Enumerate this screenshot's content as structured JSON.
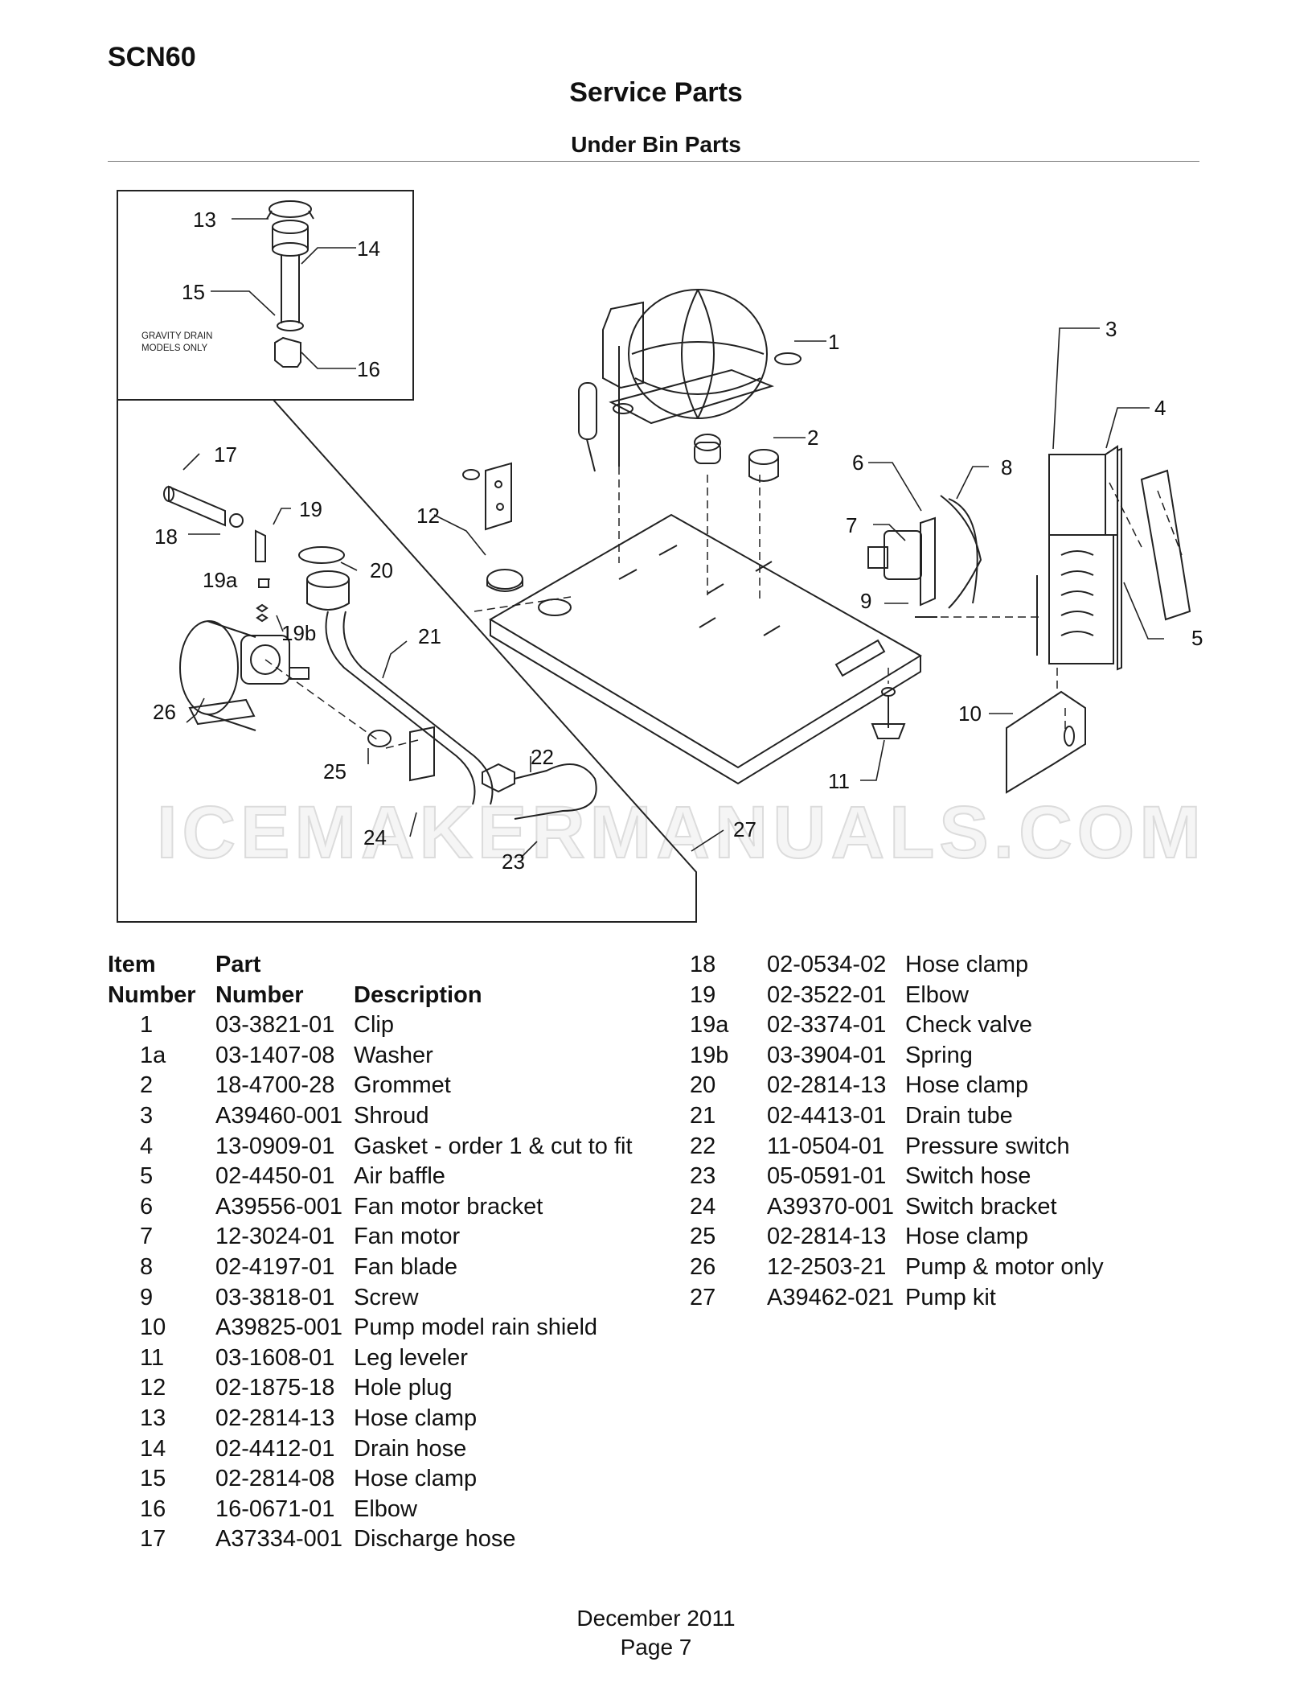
{
  "header": {
    "model": "SCN60",
    "title": "Service Parts",
    "subtitle": "Under Bin Parts"
  },
  "diagram": {
    "inset_note_line1": "GRAVITY DRAIN",
    "inset_note_line2": "MODELS ONLY",
    "watermark": "ICEMAKERMANUALS.COM",
    "callouts": [
      "1",
      "2",
      "3",
      "4",
      "5",
      "6",
      "7",
      "8",
      "9",
      "10",
      "11",
      "12",
      "13",
      "14",
      "15",
      "16",
      "17",
      "18",
      "19",
      "19a",
      "19b",
      "20",
      "21",
      "22",
      "23",
      "24",
      "25",
      "26",
      "27"
    ]
  },
  "parts_table": {
    "headers": {
      "item_top": "Item",
      "item_bottom": "Number",
      "part_top": "Part",
      "part_bottom": "Number",
      "description": "Description"
    },
    "left": [
      {
        "item": "1",
        "part": "03-3821-01",
        "desc": "Clip"
      },
      {
        "item": "1a",
        "part": "03-1407-08",
        "desc": "Washer"
      },
      {
        "item": "2",
        "part": "18-4700-28",
        "desc": "Grommet"
      },
      {
        "item": "3",
        "part": "A39460-001",
        "desc": "Shroud"
      },
      {
        "item": "4",
        "part": "13-0909-01",
        "desc": "Gasket - order 1 & cut to fit"
      },
      {
        "item": "5",
        "part": "02-4450-01",
        "desc": "Air baffle"
      },
      {
        "item": "6",
        "part": "A39556-001",
        "desc": "Fan motor bracket"
      },
      {
        "item": "7",
        "part": "12-3024-01",
        "desc": "Fan motor"
      },
      {
        "item": "8",
        "part": "02-4197-01",
        "desc": "Fan blade"
      },
      {
        "item": "9",
        "part": "03-3818-01",
        "desc": "Screw"
      },
      {
        "item": "10",
        "part": "A39825-001",
        "desc": "Pump model rain shield"
      },
      {
        "item": "11",
        "part": "03-1608-01",
        "desc": "Leg leveler"
      },
      {
        "item": "12",
        "part": "02-1875-18",
        "desc": "Hole plug"
      },
      {
        "item": "13",
        "part": "02-2814-13",
        "desc": "Hose clamp"
      },
      {
        "item": "14",
        "part": "02-4412-01",
        "desc": "Drain hose"
      },
      {
        "item": "15",
        "part": "02-2814-08",
        "desc": "Hose clamp"
      },
      {
        "item": "16",
        "part": "16-0671-01",
        "desc": "Elbow"
      },
      {
        "item": "17",
        "part": "A37334-001",
        "desc": "Discharge hose"
      }
    ],
    "right": [
      {
        "item": "18",
        "part": "02-0534-02",
        "desc": "Hose clamp"
      },
      {
        "item": "19",
        "part": "02-3522-01",
        "desc": "Elbow"
      },
      {
        "item": "19a",
        "part": "02-3374-01",
        "desc": "Check valve"
      },
      {
        "item": "19b",
        "part": "03-3904-01",
        "desc": "Spring"
      },
      {
        "item": "20",
        "part": "02-2814-13",
        "desc": "Hose clamp"
      },
      {
        "item": "21",
        "part": "02-4413-01",
        "desc": "Drain tube"
      },
      {
        "item": "22",
        "part": "11-0504-01",
        "desc": "Pressure switch"
      },
      {
        "item": "23",
        "part": "05-0591-01",
        "desc": "Switch hose"
      },
      {
        "item": "24",
        "part": "A39370-001",
        "desc": "Switch bracket"
      },
      {
        "item": "25",
        "part": "02-2814-13",
        "desc": "Hose clamp"
      },
      {
        "item": "26",
        "part": "12-2503-21",
        "desc": "Pump & motor only"
      },
      {
        "item": "27",
        "part": "A39462-021",
        "desc": "Pump kit"
      }
    ]
  },
  "footer": {
    "date": "December 2011",
    "page": "Page 7"
  }
}
